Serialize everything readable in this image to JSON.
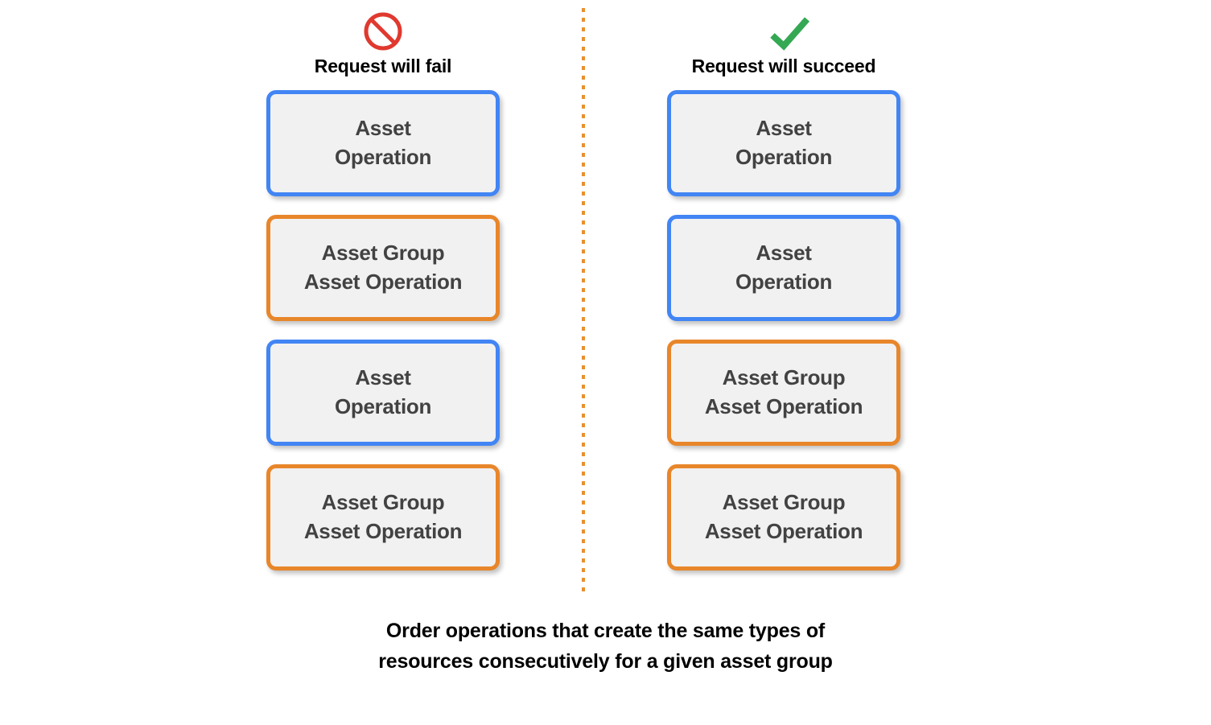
{
  "colors": {
    "blue_border": "#4285f4",
    "orange_border": "#e8862a",
    "box_fill": "#f1f1f1",
    "box_text": "#424242",
    "fail_red": "#e0392f",
    "success_green": "#34a853",
    "divider_orange": "#e8902f",
    "background": "#ffffff"
  },
  "columns": [
    {
      "id": "fail",
      "icon": "prohibition-icon",
      "title": "Request will fail",
      "boxes": [
        {
          "label": "Asset\nOperation",
          "type": "asset-operation",
          "border": "blue"
        },
        {
          "label": "Asset Group\nAsset Operation",
          "type": "asset-group-asset-operation",
          "border": "orange"
        },
        {
          "label": "Asset\nOperation",
          "type": "asset-operation",
          "border": "blue"
        },
        {
          "label": "Asset Group\nAsset Operation",
          "type": "asset-group-asset-operation",
          "border": "orange"
        }
      ]
    },
    {
      "id": "succeed",
      "icon": "checkmark-icon",
      "title": "Request will succeed",
      "boxes": [
        {
          "label": "Asset\nOperation",
          "type": "asset-operation",
          "border": "blue"
        },
        {
          "label": "Asset\nOperation",
          "type": "asset-operation",
          "border": "blue"
        },
        {
          "label": "Asset Group\nAsset Operation",
          "type": "asset-group-asset-operation",
          "border": "orange"
        },
        {
          "label": "Asset Group\nAsset Operation",
          "type": "asset-group-asset-operation",
          "border": "orange"
        }
      ]
    }
  ],
  "caption": "Order operations that create the same types of\nresources consecutively for a given asset group"
}
